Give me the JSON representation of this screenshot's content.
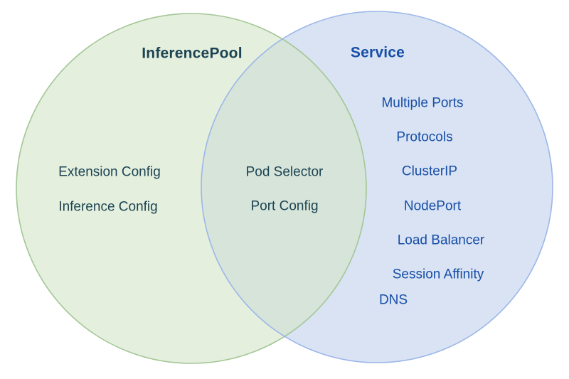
{
  "colors": {
    "green-fill": "#e4efde",
    "green-stroke": "#a3c795",
    "blue-fill": "#d9e3f4",
    "blue-stroke": "#9cb7e8",
    "overlap-fill": "#d7e4da",
    "teal-text": "#1d4452",
    "blue-text": "#174ea6"
  },
  "venn": {
    "left": {
      "title": "InferencePool",
      "items": [
        "Extension Config",
        "Inference Config"
      ]
    },
    "overlap": {
      "items": [
        "Pod Selector",
        "Port Config"
      ]
    },
    "right": {
      "title": "Service",
      "items": [
        "Multiple Ports",
        "Protocols",
        "ClusterIP",
        "NodePort",
        "Load Balancer",
        "Session Affinity",
        "DNS"
      ]
    }
  }
}
